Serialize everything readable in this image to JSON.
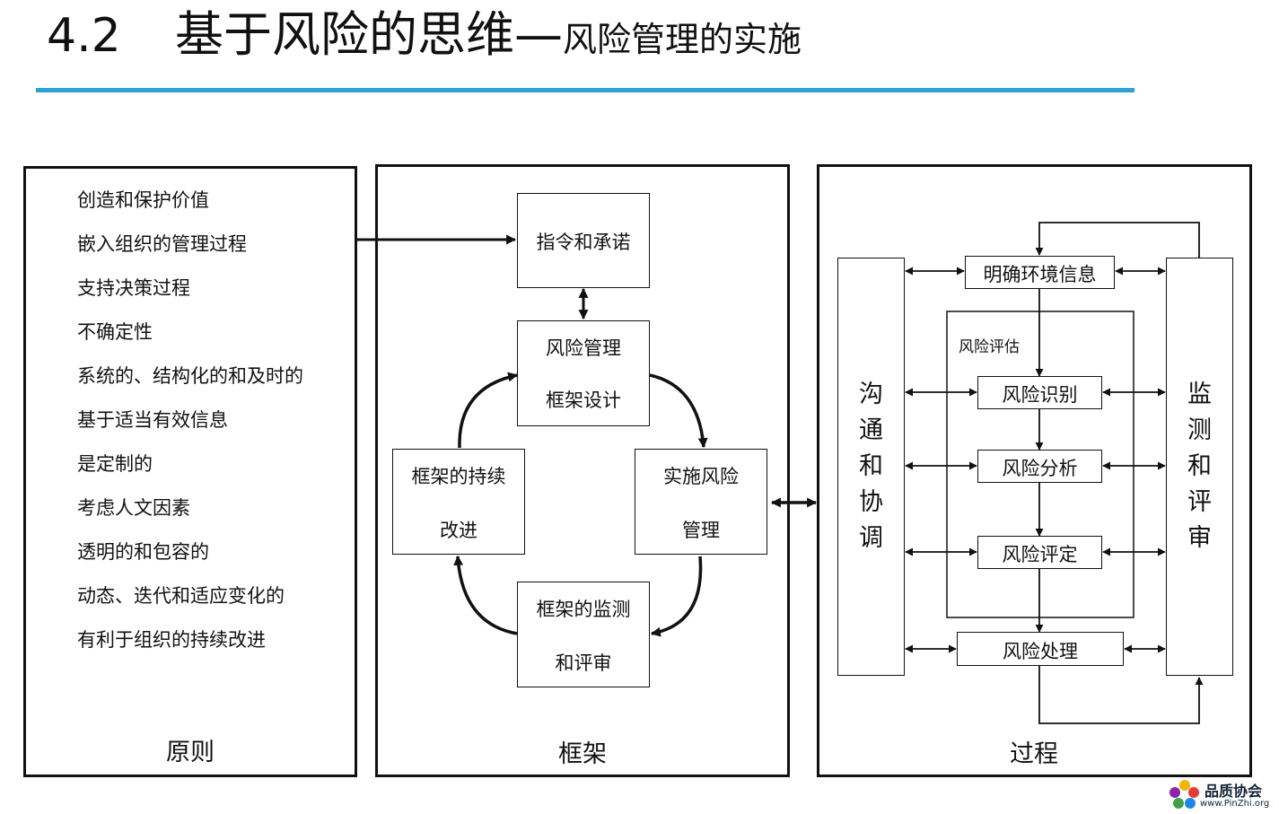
{
  "title": {
    "number": "4.2",
    "main": "基于风险的思维",
    "dash": "—",
    "sub": "风险管理的实施"
  },
  "colors": {
    "accent_rule": "#2ea2d4",
    "stroke": "#111111"
  },
  "principles": {
    "items": [
      "创造和保护价值",
      "嵌入组织的管理过程",
      "支持决策过程",
      "不确定性",
      "系统的、结构化的和及时的",
      "基于适当有效信息",
      "是定制的",
      "考虑人文因素",
      "透明的和包容的",
      "动态、迭代和适应变化的",
      "有利于组织的持续改进"
    ],
    "label": "原则"
  },
  "framework": {
    "label": "框架",
    "command": "指令和承诺",
    "design_l1": "风险管理",
    "design_l2": "框架设计",
    "implement_l1": "实施风险",
    "implement_l2": "管理",
    "monitor_l1": "框架的监测",
    "monitor_l2": "和评审",
    "improve_l1": "框架的持续",
    "improve_l2": "改进"
  },
  "process": {
    "label": "过程",
    "communicate": [
      "沟",
      "通",
      "和",
      "协",
      "调"
    ],
    "monitor": [
      "监",
      "测",
      "和",
      "评",
      "审"
    ],
    "context": "明确环境信息",
    "assessment_label": "风险评估",
    "identify": "风险识别",
    "analyze": "风险分析",
    "evaluate": "风险评定",
    "treat": "风险处理"
  },
  "logo": {
    "name": "品质协会",
    "url": "www.PinZhi.org"
  }
}
